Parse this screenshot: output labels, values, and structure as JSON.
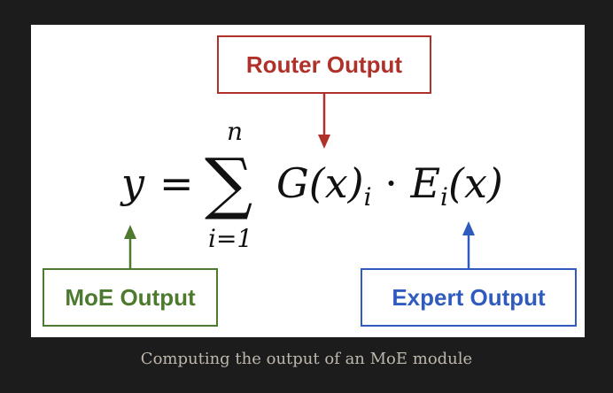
{
  "diagram": {
    "router_label": "Router Output",
    "moe_label": "MoE Output",
    "expert_label": "Expert Output",
    "colors": {
      "router": "#b0302a",
      "moe": "#4d7a2e",
      "expert": "#2f5bbf",
      "background": "#1c1c1c",
      "panel": "#ffffff"
    }
  },
  "formula": {
    "lhs": "y",
    "equals": "=",
    "sum_symbol": "∑",
    "upper_limit": "n",
    "lower_limit": "i=1",
    "gate": "G(x)",
    "gate_sub": "i",
    "dot": "·",
    "expert": "E",
    "expert_sub": "i",
    "expert_arg": "(x)"
  },
  "caption": "Computing the output of an MoE module"
}
